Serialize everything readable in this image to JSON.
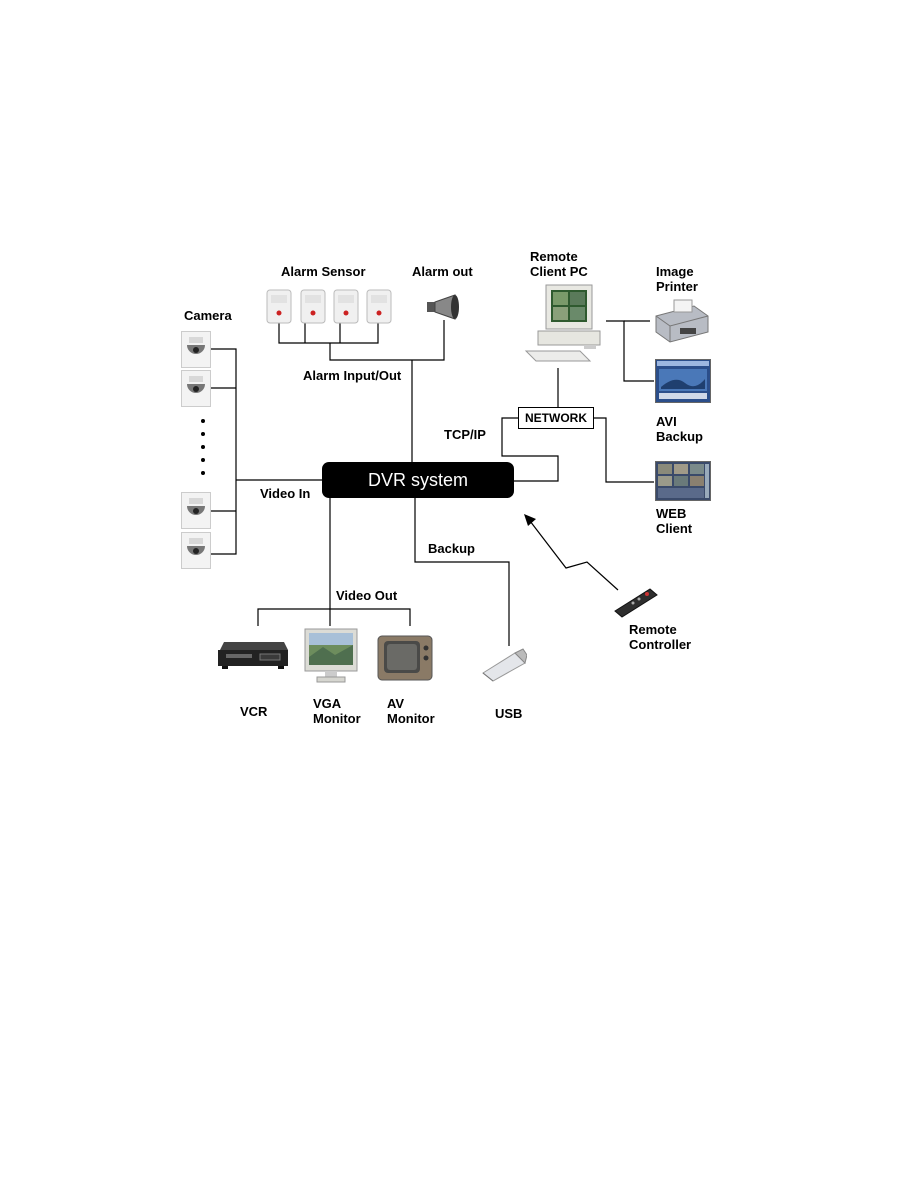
{
  "diagram": {
    "center": "DVR system",
    "network": "NETWORK",
    "labels": {
      "camera": "Camera",
      "alarm_sensor": "Alarm Sensor",
      "alarm_out": "Alarm out",
      "alarm_io": "Alarm Input/Out",
      "remote_client_pc": "Remote\nClient PC",
      "image_printer": "Image\nPrinter",
      "avi_backup": "AVI\nBackup",
      "web_client": "WEB\nClient",
      "tcp_ip": "TCP/IP",
      "video_in": "Video In",
      "video_out": "Video Out",
      "backup": "Backup",
      "remote_controller": "Remote\nController",
      "vcr": "VCR",
      "vga_monitor": "VGA\nMonitor",
      "av_monitor": "AV\nMonitor",
      "usb": "USB"
    }
  }
}
